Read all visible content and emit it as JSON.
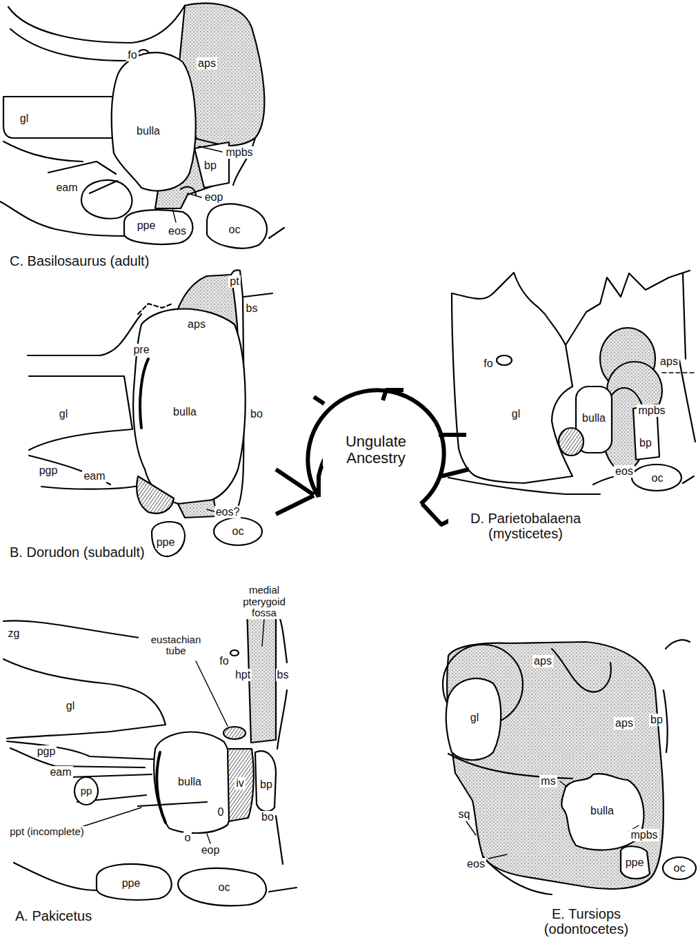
{
  "diagram": {
    "labels": [
      "fo",
      "aps",
      "gl",
      "bulla",
      "mpbs",
      "bp",
      "eam",
      "eop",
      "ppe",
      "eos",
      "oc",
      "C. Basilosaurus (adult)",
      "pt",
      "bs",
      "aps",
      "pre",
      "gl",
      "bulla",
      "bo",
      "pgp",
      "eam",
      "eos?",
      "oc",
      "ppe",
      "B. Dorudon (subadult)",
      "fo",
      "aps",
      "gl",
      "mpbs",
      "bulla",
      "bp",
      "eos",
      "oc",
      "D. Parietobalaena (mysticetes)",
      "Ungulate Ancestry",
      "medial pterygoid fossa",
      "eustachian tube",
      "zg",
      "fo",
      "hpt",
      "gl",
      "bs",
      "bulla",
      "iv",
      "bp",
      "pgp",
      "eam",
      "pp",
      "bo",
      "ppt (incomplete)",
      "0",
      "eop",
      "o",
      "ppe",
      "oc",
      "A. Pakicetus",
      "aps",
      "gl",
      "aps",
      "bp",
      "ms",
      "bulla",
      "mpbs",
      "sq",
      "eos",
      "ppe",
      "oc",
      "E. Tursiops (odontocetes)"
    ]
  }
}
